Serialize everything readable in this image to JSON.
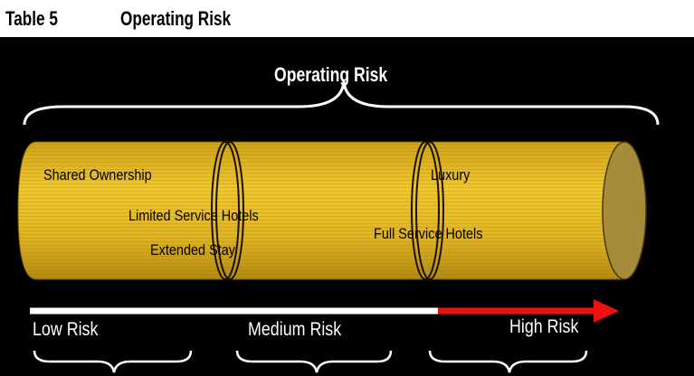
{
  "header": {
    "table_number": "Table 5",
    "table_title": "Operating Risk"
  },
  "diagram": {
    "title": "Operating Risk",
    "segments": [
      {
        "label": "Shared Ownership"
      },
      {
        "label": "Limited Service Hotels"
      },
      {
        "label": "Extended Stay"
      },
      {
        "label": "Luxury"
      },
      {
        "label": "Full Service Hotels"
      }
    ],
    "risk_levels": [
      {
        "label": "Low Risk"
      },
      {
        "label": "Medium Risk"
      },
      {
        "label": "High Risk"
      }
    ],
    "colors": {
      "cylinder": "#e2b822",
      "cylinder_end": "#a68c3a",
      "low_medium_arrow": "#ffffff",
      "high_arrow": "#ee1111",
      "background": "#000000"
    }
  }
}
